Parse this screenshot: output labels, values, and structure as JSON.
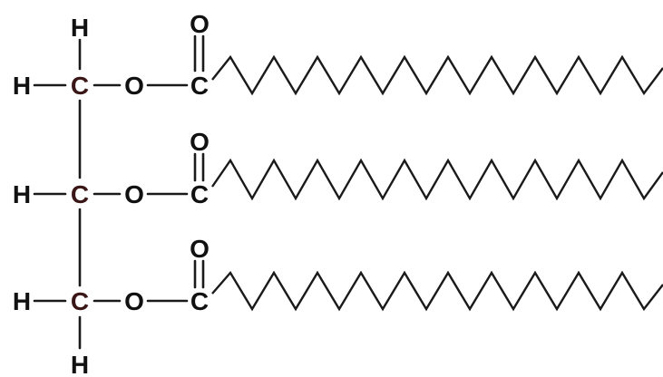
{
  "atoms": {
    "hydrogen": "H",
    "carbon": "C",
    "oxygen": "O"
  },
  "colors": {
    "bond": "#1a1a1a",
    "carbon": "#3a1616",
    "background": "#ffffff"
  }
}
